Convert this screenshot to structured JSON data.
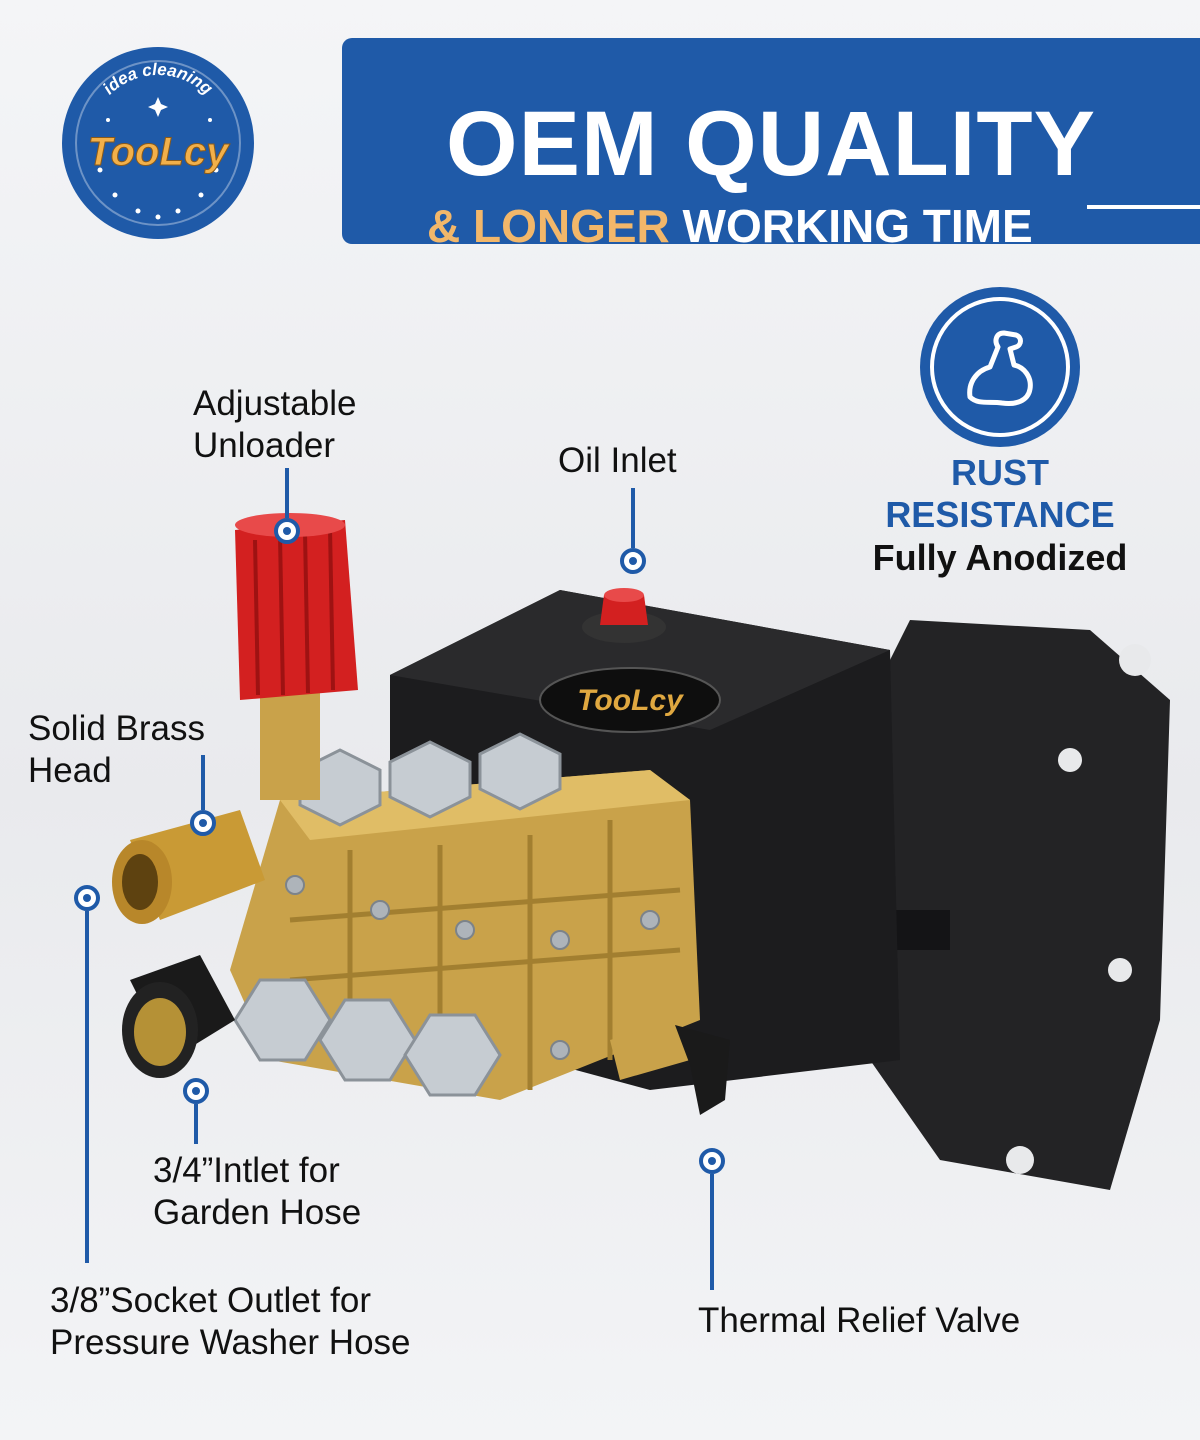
{
  "logo": {
    "arc_text": "idea cleaning",
    "brand": "TooLcy"
  },
  "banner": {
    "title": "OEM QUALITY",
    "sub_prefix": "& ",
    "sub_highlight": "LONGER",
    "sub_rest": " WORKING TIME"
  },
  "feature": {
    "icon": "flexed-arm-icon",
    "line1": "RUST",
    "line2": "RESISTANCE",
    "caption": "Fully Anodized"
  },
  "labels": {
    "unloader": [
      "Adjustable",
      "Unloader"
    ],
    "oil_inlet": "Oil Inlet",
    "brass_head": [
      "Solid Brass",
      "Head"
    ],
    "inlet_garden": [
      "3/4”Intlet for",
      "Garden Hose"
    ],
    "socket_outlet": [
      "3/8”Socket Outlet for",
      "Pressure Washer Hose"
    ],
    "thermal_valve": "Thermal Relief Valve"
  },
  "pump": {
    "brand_plate": "TooLcy"
  },
  "colors": {
    "accent": "#1f5aa8",
    "highlight": "#f2b76a",
    "brass": "#c9a24a",
    "body": "#1c1c1e",
    "cap": "#d32020"
  }
}
